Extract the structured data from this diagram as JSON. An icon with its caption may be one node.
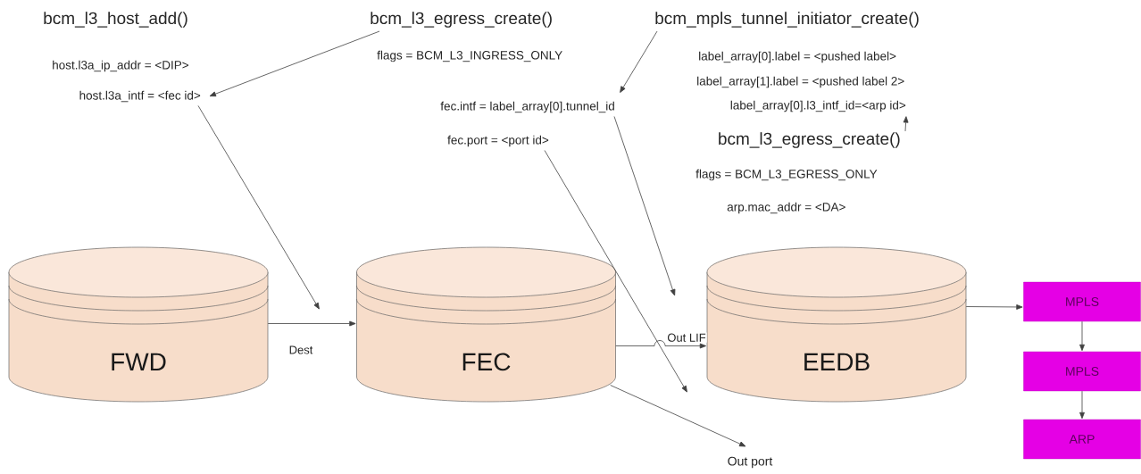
{
  "diagram": {
    "nodes": [
      {
        "text": [
          "bcm_l3_host_add()"
        ]
      },
      {
        "text": [
          "host.l3a_ip_addr = <DIP>"
        ]
      },
      {
        "text": [
          "host.l3a_intf = <fec id>"
        ]
      },
      {
        "text": [
          "bcm_l3_egress_create()"
        ]
      },
      {
        "text": [
          "flags = BCM_L3_INGRESS_ONLY"
        ]
      },
      {
        "text": [
          "fec.intf = label_array[0].tunnel_id"
        ]
      },
      {
        "text": [
          "fec.port = <port id>"
        ]
      },
      {
        "text": [
          "bcm_mpls_tunnel_initiator_create()"
        ]
      },
      {
        "text": [
          "label_array[0].label = <pushed label>"
        ]
      },
      {
        "text": [
          "label_array[1].label = <pushed label 2>"
        ]
      },
      {
        "text": [
          "label_array[0].l3_intf_id=<arp id>"
        ]
      },
      {
        "text": [
          "bcm_l3_egress_create()"
        ]
      },
      {
        "text": [
          "flags = BCM_L3_EGRESS_ONLY"
        ]
      },
      {
        "text": [
          "arp.mac_addr = <DA>"
        ]
      },
      {
        "text": [
          "FWD"
        ]
      },
      {
        "text": [
          "FEC"
        ]
      },
      {
        "text": [
          "EEDB"
        ]
      },
      {
        "text": [
          "MPLS"
        ]
      },
      {
        "text": [
          "MPLS"
        ]
      },
      {
        "text": [
          "ARP"
        ]
      },
      {
        "text": [
          "Out port"
        ]
      }
    ],
    "edges": [
      {
        "from": 3,
        "to": 2,
        "arrow": "to"
      },
      {
        "from": 2,
        "to": null,
        "arrow": "to"
      },
      {
        "from": 7,
        "to": 5,
        "arrow": "to"
      },
      {
        "from": 5,
        "to": null,
        "arrow": "to"
      },
      {
        "from": 6,
        "to": null,
        "arrow": "to"
      },
      {
        "from": 11,
        "to": 10,
        "arrow": "to"
      },
      {
        "from": 14,
        "to": 15,
        "arrow": "to",
        "label": "Dest"
      },
      {
        "from": 15,
        "to": 16,
        "arrow": "to",
        "label": "Out LIF"
      },
      {
        "from": 15,
        "to": 20,
        "arrow": "to"
      },
      {
        "from": 16,
        "to": 17,
        "arrow": "to"
      },
      {
        "from": 17,
        "to": 18,
        "arrow": "to"
      },
      {
        "from": 18,
        "to": 19,
        "arrow": "to"
      }
    ]
  }
}
